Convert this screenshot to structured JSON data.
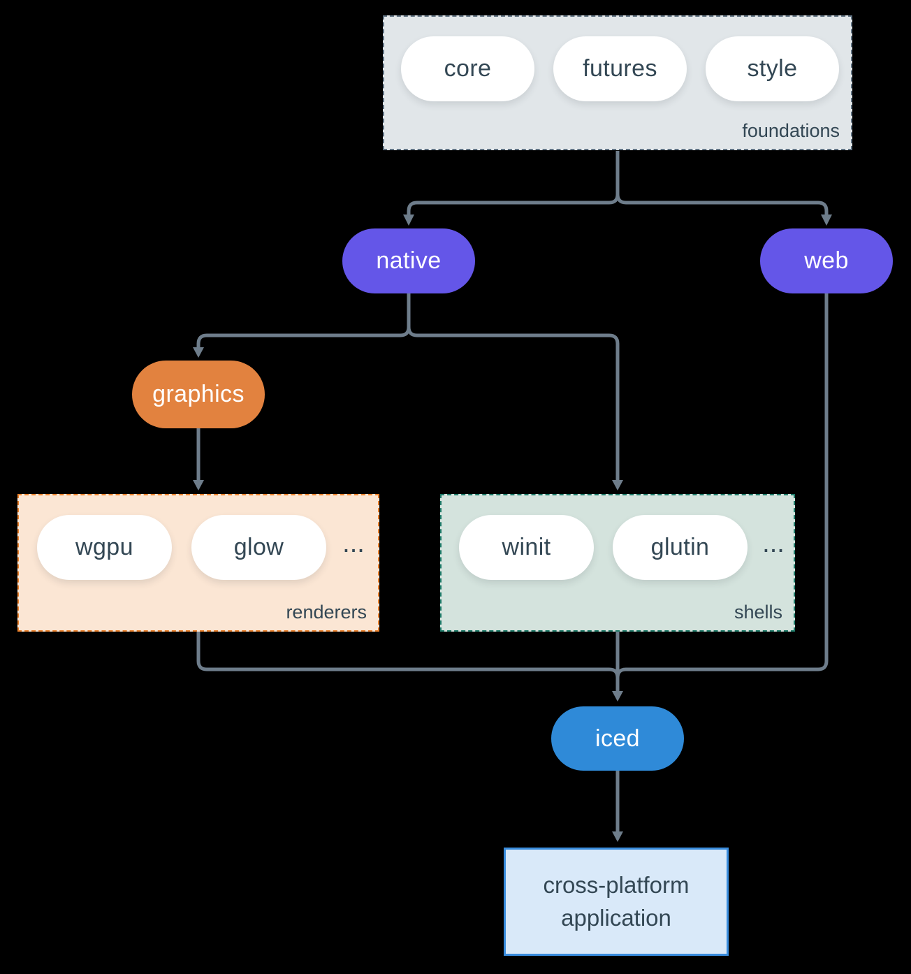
{
  "groups": {
    "foundations": {
      "label": "foundations",
      "pills": [
        "core",
        "futures",
        "style"
      ]
    },
    "renderers": {
      "label": "renderers",
      "pills": [
        "wgpu",
        "glow"
      ],
      "ellipsis": "..."
    },
    "shells": {
      "label": "shells",
      "pills": [
        "winit",
        "glutin"
      ],
      "ellipsis": "..."
    }
  },
  "nodes": {
    "native": "native",
    "web": "web",
    "graphics": "graphics",
    "iced": "iced",
    "app": {
      "line1": "cross-platform",
      "line2": "application"
    }
  },
  "colors": {
    "bg": "#000000",
    "arrow": "#6e7d8b",
    "text_dark": "#334754",
    "pill_white": "#ffffff",
    "purple": "#6456e8",
    "orange": "#e2823f",
    "blue": "#2f8ad8",
    "foundations_fill": "#e1e6e9",
    "foundations_border": "#5f7181",
    "renderers_fill": "#fbe6d4",
    "renderers_border": "#ea812c",
    "shells_fill": "#d4e3dd",
    "shells_border": "#1e7a68",
    "app_fill": "#d9e9f9",
    "app_border": "#3a8dde"
  }
}
